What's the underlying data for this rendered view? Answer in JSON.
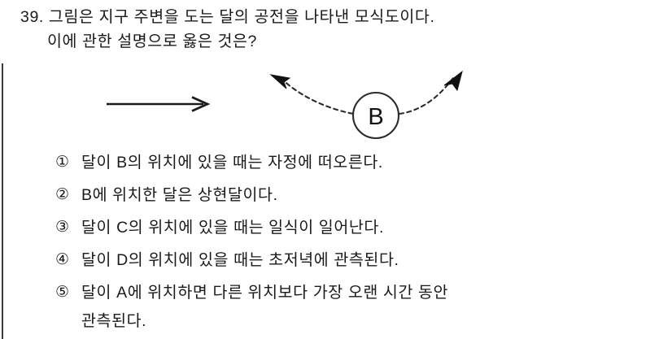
{
  "question": {
    "number": "39.",
    "stem_line1": "39. 그림은 지구 주변을 도는 달의 공전을 나타낸 모식도이다.",
    "stem_line2": "이에 관한 설명으로 옳은 것은?"
  },
  "figure": {
    "orbit_label": "B",
    "sunlight_arrow_name": "sunlight-direction-arrow",
    "orbit_path_name": "moon-orbit-dashed-path",
    "line_color": "#1a1a1a"
  },
  "options": [
    {
      "marker": "①",
      "text": "달이 B의 위치에 있을 때는 자정에 떠오른다.",
      "continuation": ""
    },
    {
      "marker": "②",
      "text": "B에 위치한 달은 상현달이다.",
      "continuation": ""
    },
    {
      "marker": "③",
      "text": "달이 C의 위치에 있을 때는 일식이 일어난다.",
      "continuation": ""
    },
    {
      "marker": "④",
      "text": "달이 D의 위치에 있을 때는 초저녁에 관측된다.",
      "continuation": ""
    },
    {
      "marker": "⑤",
      "text": "달이 A에 위치하면 다른 위치보다 가장 오랜 시간 동안",
      "continuation": "관측된다."
    }
  ],
  "colors": {
    "text": "#1a1a1a",
    "rule": "#3a3a3a",
    "background": "#ffffff"
  }
}
